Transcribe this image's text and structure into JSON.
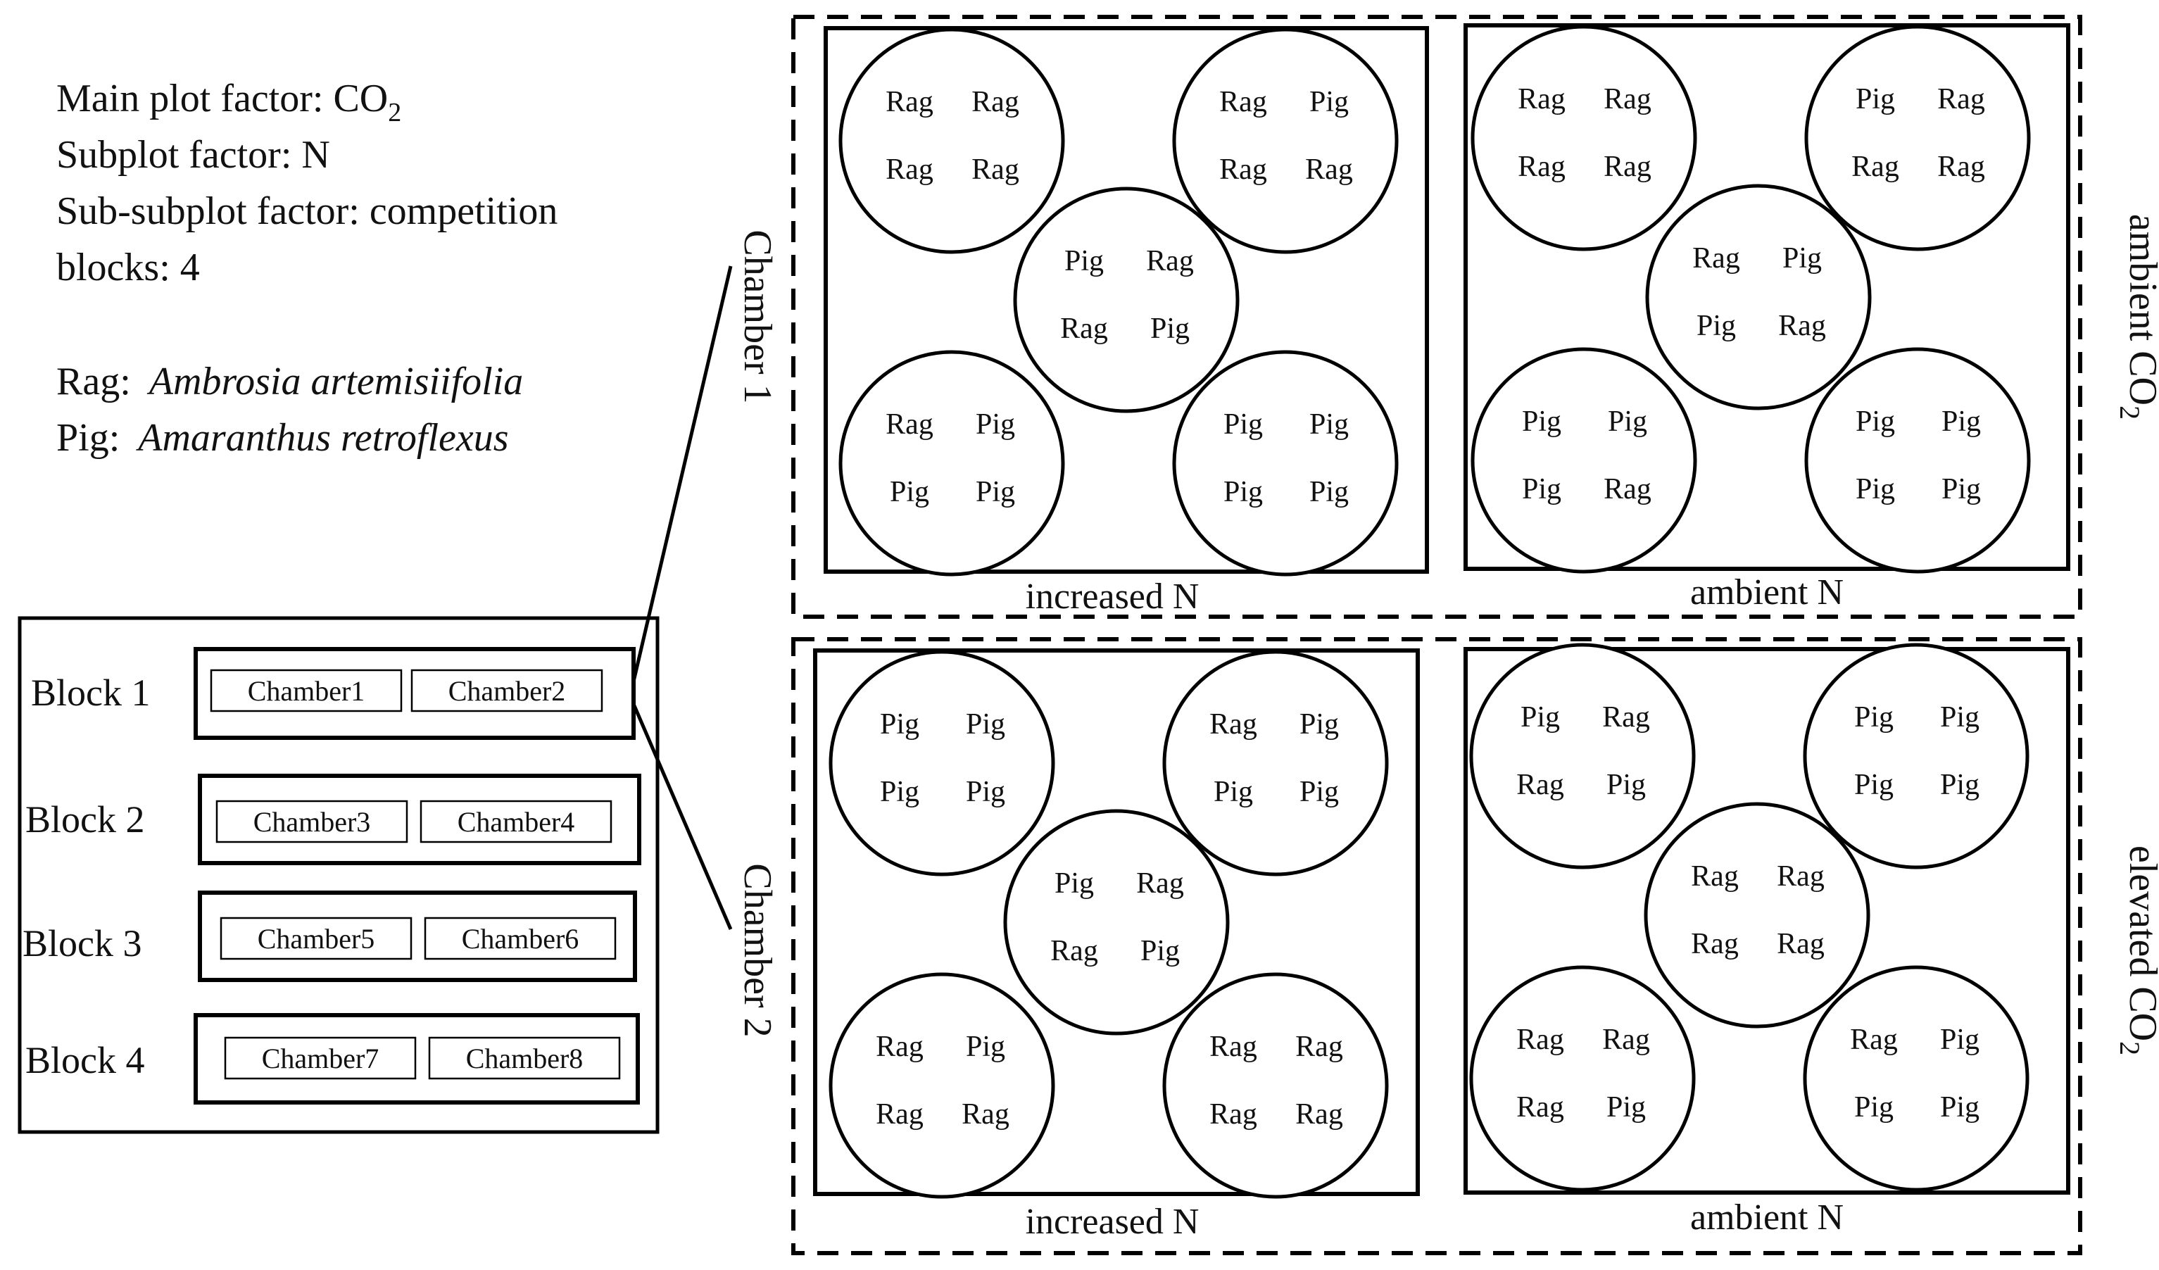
{
  "legend": {
    "main_plot_prefix": "Main plot factor:  CO",
    "main_plot_sub": "2",
    "subplot": "Subplot factor: N",
    "subsubplot": "Sub-subplot factor: competition",
    "blocks": "blocks: 4",
    "rag_key": "Rag: ",
    "rag_species": "Ambrosia artemisiifolia",
    "pig_key": "Pig: ",
    "pig_species": "Amaranthus retroflexus"
  },
  "blocks": [
    {
      "label": "Block 1",
      "chambers": [
        "Chamber1",
        "Chamber2"
      ]
    },
    {
      "label": "Block 2",
      "chambers": [
        "Chamber3",
        "Chamber4"
      ]
    },
    {
      "label": "Block 3",
      "chambers": [
        "Chamber5",
        "Chamber6"
      ]
    },
    {
      "label": "Block 4",
      "chambers": [
        "Chamber7",
        "Chamber8"
      ]
    }
  ],
  "chamber1": {
    "label": "Chamber 1",
    "co2_prefix": "ambient CO",
    "co2_sub": "2",
    "subplots": [
      {
        "n_label": "increased N",
        "pots": [
          [
            "Rag",
            "Rag",
            "Rag",
            "Rag"
          ],
          [
            "Rag",
            "Pig",
            "Rag",
            "Rag"
          ],
          [
            "Pig",
            "Rag",
            "Rag",
            "Pig"
          ],
          [
            "Rag",
            "Pig",
            "Pig",
            "Pig"
          ],
          [
            "Pig",
            "Pig",
            "Pig",
            "Pig"
          ]
        ]
      },
      {
        "n_label": "ambient N",
        "pots": [
          [
            "Rag",
            "Rag",
            "Rag",
            "Rag"
          ],
          [
            "Pig",
            "Rag",
            "Rag",
            "Rag"
          ],
          [
            "Rag",
            "Pig",
            "Pig",
            "Rag"
          ],
          [
            "Pig",
            "Pig",
            "Pig",
            "Rag"
          ],
          [
            "Pig",
            "Pig",
            "Pig",
            "Pig"
          ]
        ]
      }
    ]
  },
  "chamber2": {
    "label": "Chamber 2",
    "co2_prefix": "elevated CO",
    "co2_sub": "2",
    "subplots": [
      {
        "n_label": "increased N",
        "pots": [
          [
            "Pig",
            "Pig",
            "Pig",
            "Pig"
          ],
          [
            "Rag",
            "Pig",
            "Pig",
            "Pig"
          ],
          [
            "Pig",
            "Rag",
            "Rag",
            "Pig"
          ],
          [
            "Rag",
            "Pig",
            "Rag",
            "Rag"
          ],
          [
            "Rag",
            "Rag",
            "Rag",
            "Rag"
          ]
        ]
      },
      {
        "n_label": "ambient N",
        "pots": [
          [
            "Pig",
            "Rag",
            "Rag",
            "Pig"
          ],
          [
            "Pig",
            "Pig",
            "Pig",
            "Pig"
          ],
          [
            "Rag",
            "Rag",
            "Rag",
            "Rag"
          ],
          [
            "Rag",
            "Rag",
            "Rag",
            "Pig"
          ],
          [
            "Rag",
            "Pig",
            "Pig",
            "Pig"
          ]
        ]
      }
    ]
  }
}
